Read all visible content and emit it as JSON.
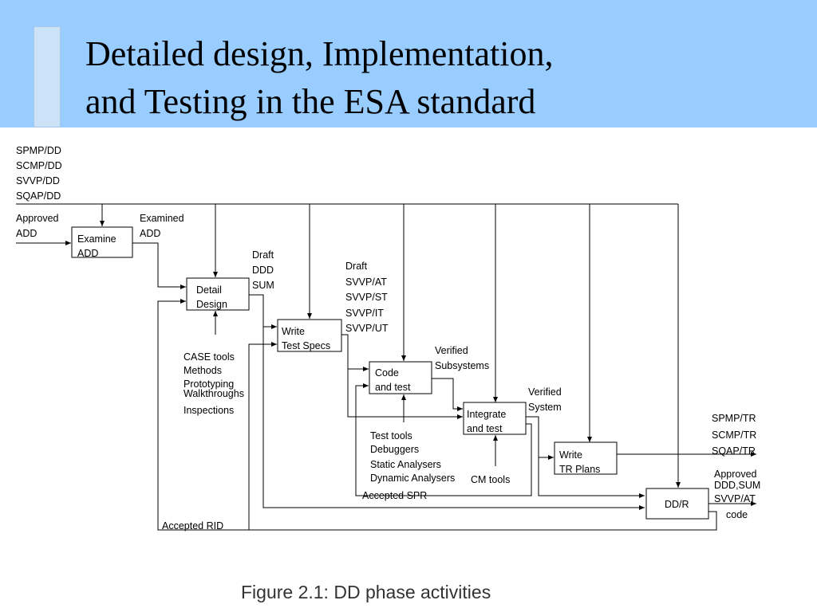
{
  "slide": {
    "title_line1": "Detailed design, Implementation,",
    "title_line2": "and Testing in the ESA standard"
  },
  "colors": {
    "header_bg": "#99ccff",
    "accent_tab": "#cce3f7"
  },
  "diagram": {
    "inputs": [
      "SPMP/DD",
      "SCMP/DD",
      "SVVP/DD",
      "SQAP/DD"
    ],
    "approved_add": [
      "Approved",
      "ADD"
    ],
    "examined_add": [
      "Examined",
      "ADD"
    ],
    "boxes": {
      "examine": [
        "Examine",
        "ADD"
      ],
      "detail": [
        "Detail",
        "Design"
      ],
      "write_test": [
        "Write",
        "Test Specs"
      ],
      "code": [
        "Code",
        "and test"
      ],
      "integrate": [
        "Integrate",
        "and test"
      ],
      "write_tr": [
        "Write",
        "TR Plans"
      ],
      "ddr": "DD/R"
    },
    "draft_ddd": [
      "Draft",
      "DDD",
      "SUM"
    ],
    "draft_svvp": [
      "Draft",
      "SVVP/AT",
      "SVVP/ST",
      "SVVP/IT",
      "SVVP/UT"
    ],
    "verified_subsystems": [
      "Verified",
      "Subsystems"
    ],
    "verified_system": [
      "Verified",
      "System"
    ],
    "design_tools": [
      "CASE tools",
      "Methods",
      "Prototyping",
      "Walkthroughs",
      "Inspections"
    ],
    "test_tools": [
      "Test tools",
      "Debuggers",
      "Static Analysers",
      "Dynamic Analysers"
    ],
    "cm_tools": "CM tools",
    "accepted_spr": "Accepted SPR",
    "accepted_rid": "Accepted RID",
    "outputs_tr": [
      "SPMP/TR",
      "SCMP/TR",
      "SQAP/TR"
    ],
    "outputs_final": [
      "Approved",
      "DDD,SUM",
      "SVVP/AT",
      "code"
    ],
    "caption": "Figure 2.1: DD phase activities"
  }
}
